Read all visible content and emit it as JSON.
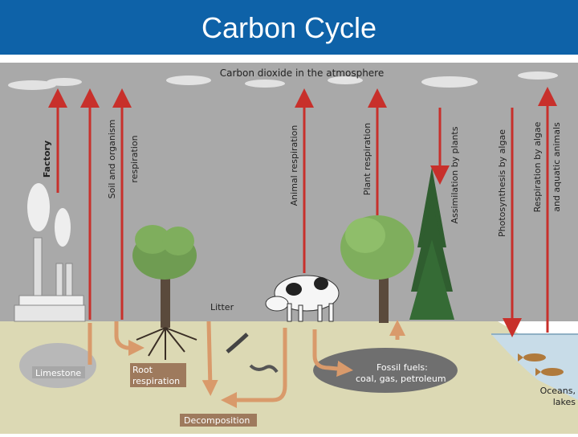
{
  "slide": {
    "title": "Carbon Cycle"
  },
  "diagram": {
    "atmosphere_label": "Carbon dioxide in the atmosphere",
    "arrow_labels": {
      "factory": "Factory",
      "soil_respiration_1": "Soil and organism",
      "soil_respiration_2": "respiration",
      "animal_respiration": "Animal respiration",
      "plant_respiration": "Plant respiration",
      "assimilation": "Assimilation by plants",
      "photosynthesis_algae": "Photosynthesis by algae",
      "respiration_algae_1": "Respiration by algae",
      "respiration_algae_2": "and aquatic animals"
    },
    "ground_labels": {
      "litter": "Litter",
      "limestone": "Limestone",
      "root_respiration_1": "Root",
      "root_respiration_2": "respiration",
      "decomposition": "Decomposition",
      "fossil_fuels_1": "Fossil fuels:",
      "fossil_fuels_2": "coal, gas, petroleum",
      "oceans_1": "Oceans,",
      "oceans_2": "lakes"
    },
    "colors": {
      "header": "#0e62a8",
      "sky": "#a9a9a9",
      "arrow_red": "#c8302b",
      "ground_arrow": "#d99a6b",
      "soil": "#dcd9b4",
      "water": "#c8dce8"
    }
  }
}
